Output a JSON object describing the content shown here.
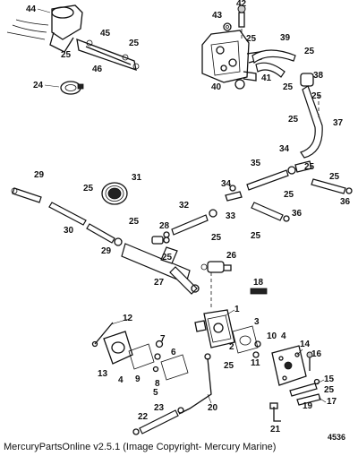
{
  "footer": {
    "credit": "MercuryPartsOnline v2.5.1 (Image Copyright- Mercury Marine)"
  },
  "diagram_id": "4536",
  "callouts": {
    "c44": "44",
    "c45a": "45",
    "c46": "46",
    "c25a": "25",
    "c25b": "25",
    "c24": "24",
    "c42": "42",
    "c43": "43",
    "c25c": "25",
    "c39": "39",
    "c25d": "25",
    "c41": "41",
    "c25e": "25",
    "c40": "40",
    "c38": "38",
    "c25f": "25",
    "c37": "37",
    "c25g": "25",
    "c34": "34",
    "c35": "35",
    "c25h": "25",
    "c25i": "25",
    "c25j": "25",
    "c25k": "25",
    "c36a": "36",
    "c29a": "29",
    "c25l": "25",
    "c31": "31",
    "c30": "30",
    "c34b": "34",
    "c32": "32",
    "c33": "33",
    "c25m": "25",
    "c36b": "36",
    "c25n": "25",
    "c28": "28",
    "c29b": "29",
    "c25o": "25",
    "c26": "26",
    "c27": "27",
    "c18": "18",
    "c12": "12",
    "c1": "1",
    "c3": "3",
    "c2": "2",
    "c10": "10",
    "c4a": "4",
    "c7": "7",
    "c6": "6",
    "c14": "14",
    "c16": "16",
    "c11": "11",
    "c13": "13",
    "c9": "9",
    "c8": "8",
    "c5": "5",
    "c4b": "4",
    "c25p": "25",
    "c15": "15",
    "c25q": "25",
    "c17": "17",
    "c19": "19",
    "c20": "20",
    "c23": "23",
    "c22": "22",
    "c21": "21"
  }
}
